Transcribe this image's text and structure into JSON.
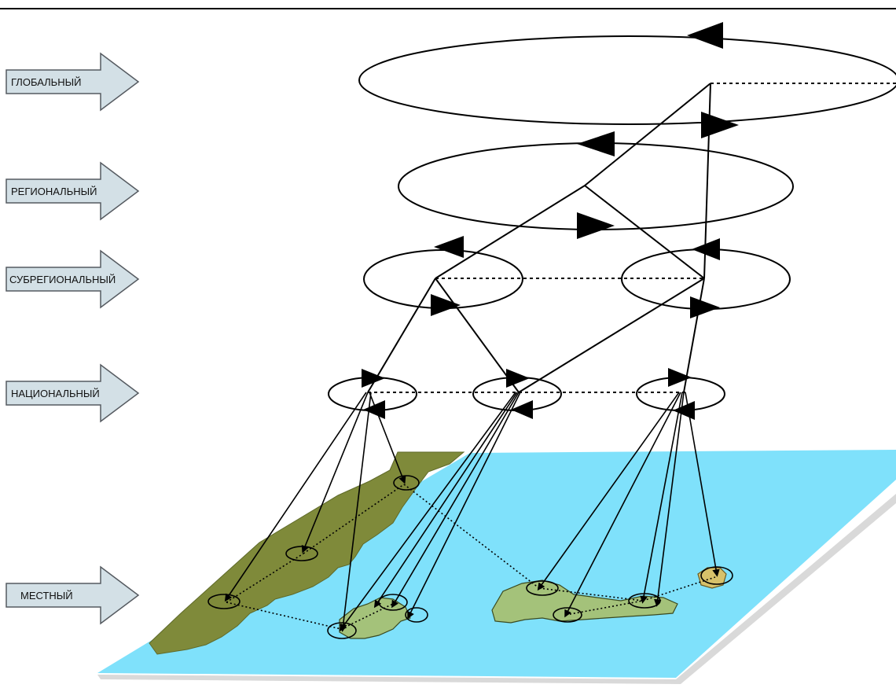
{
  "levels": [
    {
      "id": "global",
      "label": "ГЛОБАЛЬНЫЙ"
    },
    {
      "id": "regional",
      "label": "РЕГИОНАЛЬНЫЙ"
    },
    {
      "id": "subregional",
      "label": "СУБРЕГИОНАЛЬНЫЙ"
    },
    {
      "id": "national",
      "label": "НАЦИОНАЛЬНЫЙ"
    },
    {
      "id": "local",
      "label": "МЕСТНЫЙ"
    }
  ],
  "colors": {
    "sea": "#7fe1fb",
    "sea_shadow": "#d9d9d9",
    "coast": "#7f8a3a",
    "island": "#a4c27a",
    "small_island": "#d7c16a",
    "arrow_fill": "#d3e0e6",
    "arrow_stroke": "#555a60",
    "line": "#000000"
  }
}
